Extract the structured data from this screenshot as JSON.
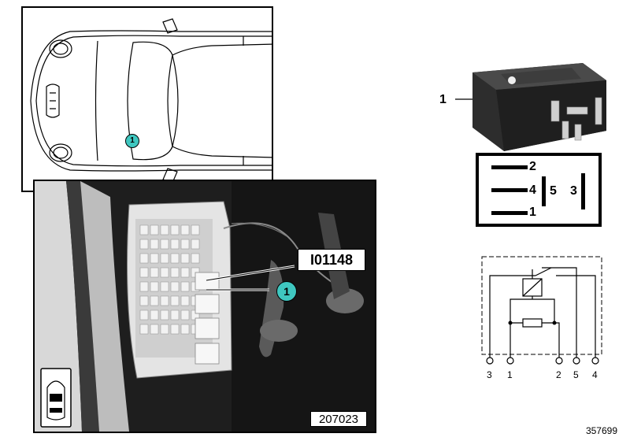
{
  "location_diagram": {
    "callout": "1"
  },
  "photo": {
    "label_code": "I01148",
    "callout": "1",
    "photo_id": "207023"
  },
  "relay": {
    "part_number": "1",
    "pinout": {
      "left_pins": [
        "2",
        "4",
        "1"
      ],
      "middle_pin": "5",
      "right_pin": "3"
    }
  },
  "schematic": {
    "terminals": [
      "3",
      "1",
      "2",
      "5",
      "4"
    ]
  },
  "reference_number": "357699"
}
